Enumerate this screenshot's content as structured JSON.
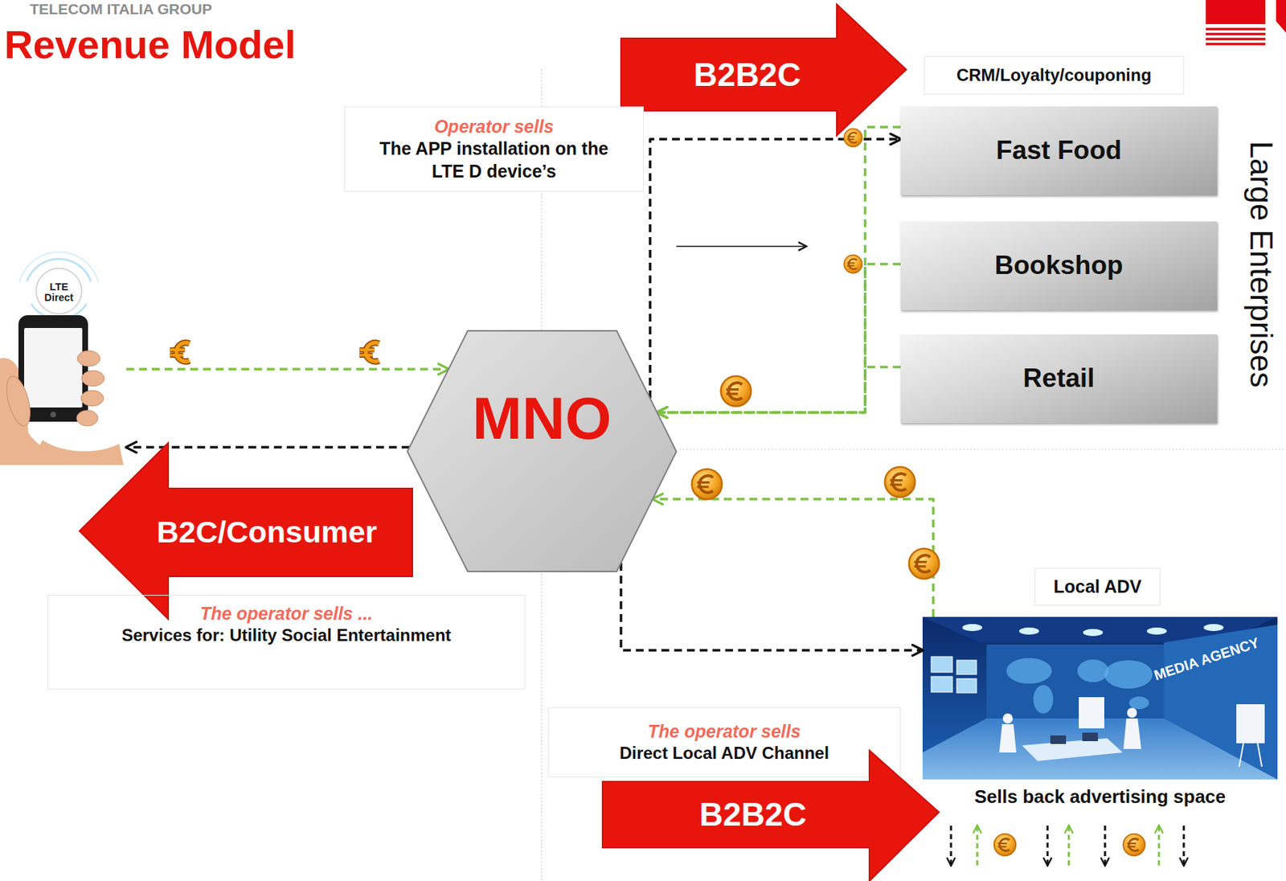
{
  "diagram": {
    "title": "Revenue Model",
    "nodes": [
      {
        "text": [
          "B2B2C"
        ]
      },
      {
        "text": [
          "CRM/Loyalty/couponing"
        ]
      },
      {
        "text": [
          "Operator sells",
          "The APP installation on the LTE D device’s"
        ]
      },
      {
        "text": [
          "Fast Food"
        ]
      },
      {
        "text": [
          "Bookshop"
        ]
      },
      {
        "text": [
          "LTE Direct"
        ]
      },
      {
        "text": [
          "Retail"
        ]
      },
      {
        "text": [
          "MNO"
        ]
      },
      {
        "text": [
          "B2C/Consumer"
        ]
      },
      {
        "text": [
          "Local ADV"
        ]
      },
      {
        "text": [
          "The operator sells ...",
          "Services for: Utility Social Entertainment"
        ]
      },
      {
        "text": [
          "Sells back advertising space"
        ]
      },
      {
        "text": [
          "The operator sells",
          "Direct Local ADV Channel"
        ]
      },
      {
        "text": [
          "B2B2C"
        ]
      }
    ],
    "edges": [
      {
        "from": 5,
        "to": 7,
        "arrow": "to"
      },
      {
        "from": 7,
        "to": 5,
        "arrow": "to"
      },
      {
        "from": 7,
        "to": 3,
        "arrow": "to"
      },
      {
        "from": 3,
        "to": 7,
        "arrow": "to"
      },
      {
        "from": 4,
        "to": 7,
        "arrow": "to"
      },
      {
        "from": 6,
        "to": 7,
        "arrow": "to"
      },
      {
        "from": 7,
        "to": 11,
        "arrow": "to"
      },
      {
        "from": 11,
        "to": 7,
        "arrow": "to"
      }
    ],
    "labels": [
      "TELECOM ITALIA GROUP",
      "Large Enterprises",
      "MEDIA AGENCY"
    ]
  }
}
